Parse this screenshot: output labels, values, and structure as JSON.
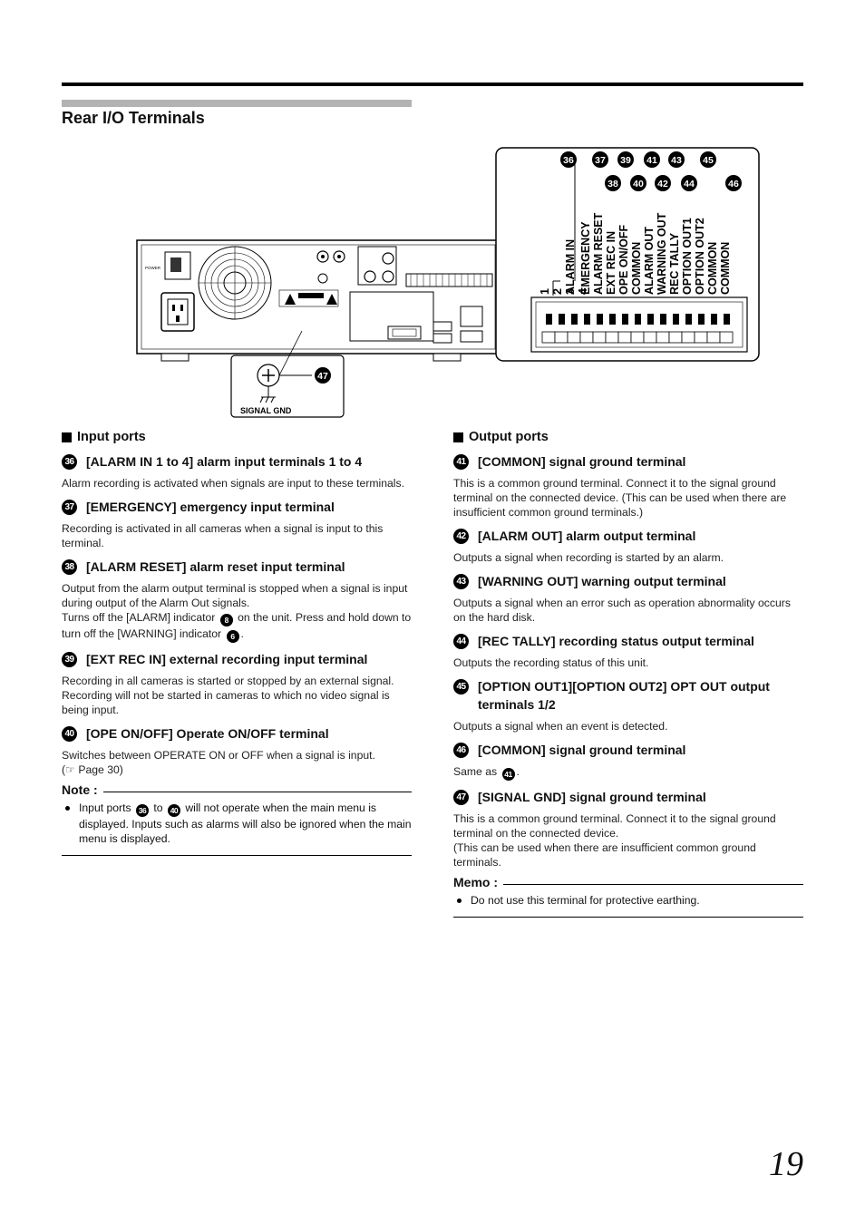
{
  "page": {
    "title": "Rear I/O Terminals",
    "page_number": "19"
  },
  "figure": {
    "vertical_labels": [
      "ALARM IN",
      "EMERGENCY",
      "ALARM RESET",
      "EXT REC IN",
      "OPE ON/OFF",
      "COMMON",
      "ALARM OUT",
      "WARNING OUT",
      "REC TALLY",
      "OPTION OUT1",
      "OPTION OUT2",
      "COMMON",
      "COMMON"
    ],
    "alarm_in_numbers": [
      "1",
      "2",
      "3",
      "4"
    ],
    "callouts_top": [
      "36",
      "37",
      "39",
      "41",
      "43",
      "45"
    ],
    "callouts_bottom": [
      "38",
      "40",
      "42",
      "44",
      "46"
    ],
    "signal_gnd_label": "SIGNAL GND",
    "signal_gnd_callout": "47"
  },
  "input": {
    "heading": "Input ports",
    "items": [
      {
        "num": "36",
        "title": "[ALARM IN 1 to 4] alarm input terminals 1 to 4",
        "lines": [
          "Alarm recording is activated when signals are input to these terminals."
        ]
      },
      {
        "num": "37",
        "title": "[EMERGENCY] emergency input terminal",
        "lines": [
          "Recording is activated in all cameras when a signal is input to this terminal."
        ]
      },
      {
        "num": "38",
        "title": "[ALARM RESET] alarm reset input terminal",
        "lines": [
          "Output from the alarm output terminal is stopped when a signal is input during output of the Alarm Out signals."
        ]
      },
      {
        "num": "39",
        "title": "[EXT REC IN] external recording input terminal",
        "lines": [
          "Recording in all cameras is started or stopped by an external signal. Recording will not be started in cameras to which no video signal is being input."
        ]
      },
      {
        "num": "40",
        "title": "[OPE ON/OFF] Operate ON/OFF terminal",
        "lines": [
          "Switches between OPERATE ON or OFF when a signal is input."
        ]
      }
    ],
    "alarm_reset_extra": {
      "pre": "Turns off the [ALARM] indicator",
      "ind1": "8",
      "mid": "on the unit. Press and hold down to turn off the [WARNING] indicator",
      "ind2": "6",
      "post": "."
    },
    "ope_ref": "(☞ Page 30)",
    "note": {
      "label": "Note :",
      "pre": "Input ports",
      "from": "36",
      "to_word": "to",
      "to": "40",
      "post": "will not operate when the main menu is displayed. Inputs such as alarms will also be ignored when the main menu is displayed."
    }
  },
  "output": {
    "heading": "Output ports",
    "items": [
      {
        "num": "41",
        "title": "[COMMON] signal ground terminal",
        "text": "This is a common ground terminal. Connect it to the signal ground terminal on the connected device. (This can be used when there are insufficient common ground terminals.)"
      },
      {
        "num": "42",
        "title": "[ALARM OUT] alarm output terminal",
        "text": "Outputs a signal when recording is started by an alarm."
      },
      {
        "num": "43",
        "title": "[WARNING OUT] warning output terminal",
        "text": "Outputs a signal when an error such as operation abnormality occurs on the hard disk."
      },
      {
        "num": "44",
        "title": "[REC TALLY] recording status output terminal",
        "text": "Outputs the recording status of this unit."
      },
      {
        "num": "45",
        "title": "[OPTION OUT1][OPTION OUT2] OPT OUT output terminals 1/2",
        "text": "Outputs a signal when an event is detected."
      },
      {
        "num": "46",
        "title": "[COMMON] signal ground terminal",
        "text": ""
      },
      {
        "num": "47",
        "title": "[SIGNAL GND] signal ground terminal",
        "text": "This is a common ground terminal. Connect it to the signal ground terminal on the connected device."
      }
    ],
    "same_as": {
      "pre": "Same as",
      "num": "41",
      "post": "."
    },
    "gnd_extra": "(This can be used when there are insufficient common ground terminals.",
    "memo": {
      "label": "Memo :",
      "text": "Do not use this terminal for protective earthing."
    }
  }
}
